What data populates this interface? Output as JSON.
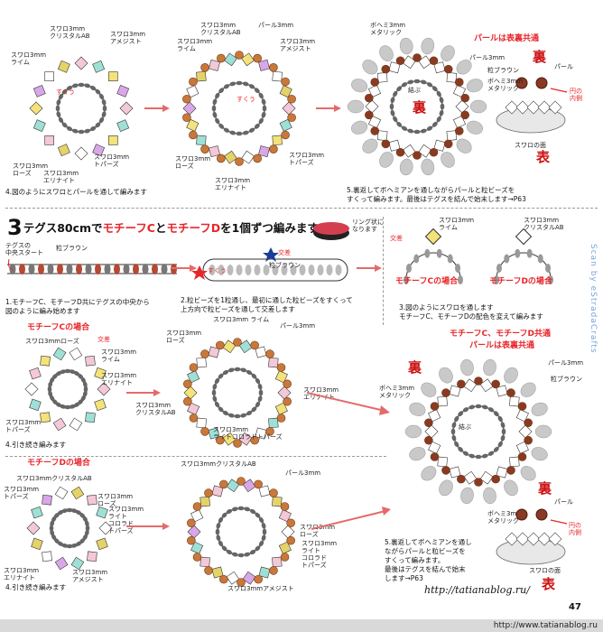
{
  "labels": {
    "tl_crystal": "スワロ3mm\nクリスタルAB",
    "tl_amethyst": "スワロ3mm\nアメジスト",
    "tl_lime": "スワロ3mm\nライム",
    "tl_rose": "スワロ3mm\nローズ",
    "tl_erinite": "スワロ3mm\nエリナイト",
    "tl_topaz": "スワロ3mm\nトパーズ",
    "tm_lime": "スワロ3mm\nライム",
    "tm_crystal": "スワロ3mm\nクリスタルAB",
    "tm_pearl": "パール3mm",
    "tm_amethyst": "スワロ3mm\nアメジスト",
    "tm_rose": "スワロ3mm\nローズ",
    "tm_topaz": "スワロ3mm\nトパーズ",
    "tm_erinite": "スワロ3mm\nエリナイト",
    "tr_bohemian": "ボヘミ3mm\nメタリック",
    "tr_header": "パールは表裏共通",
    "tr_ura": "裏",
    "tr_pearl": "パール3mm",
    "tr_brown": "粒ブラウン",
    "tr_bohemian2": "ボヘミ3mm\nメタリック",
    "tr_pearl2": "パール",
    "tr_inside": "円の\n内側",
    "tr_surface": "スワロの面",
    "tr_omote": "表",
    "tr_musubu": "結ぶ",
    "tr_ura_center": "裏",
    "sukuu": "すくう",
    "sukuu2": "すくう",
    "sukuu3": "すくう"
  },
  "step4": "4.図のようにスワロとパールを通して編みます",
  "step5_top": "5.裏返してボヘミアンを通しながらパールと粒ビーズを\nすくって編みます。最後はテグスを結んで始末します→P63",
  "section3": {
    "num": "3",
    "text_a": "テグス80cmで",
    "text_b": "モチーフC",
    "text_c": "と",
    "text_d": "モチーフD",
    "text_e": "を1個ずつ編みます"
  },
  "mid": {
    "tegus_start": "テグスの\n中央スタート",
    "brown": "粒ブラウン",
    "ring": "リング状に\nなります",
    "kousa": "交差",
    "brown2": "粒ブラウン",
    "sukuu": "すくう",
    "note1": "1.モチーフC、モチーフD共にテグスの中央から\n図のように編み始めます",
    "note2": "2.粒ビーズを1粒通し、最初に通した粒ビーズをすくって\n上方向で粒ビーズを通して交差します",
    "c_lime": "スワロ3mm\nライム",
    "c_kousa": "交差",
    "c_crystal": "スワロ3mm\nクリスタルAB",
    "motifC": "モチーフCの場合",
    "motifD": "モチーフDの場合",
    "note3": "3.図のようにスワロを通します\nモチーフC、モチーフDの配色を変えて編みます"
  },
  "c": {
    "header": "モチーフCの場合",
    "rose": "スワロ3mmローズ",
    "kousa": "交差",
    "lime": "スワロ3mm\nライム",
    "erinite": "スワロ3mm\nエリナイト",
    "topaz": "スワロ3mm\nトパーズ",
    "step4": "4.引き続き編みます",
    "m_lime": "スワロ3mm ライム",
    "m_pearl": "パール3mm",
    "m_rose": "スワロ3mm\nローズ",
    "m_erinite": "スワロ3mm\nエリナイト",
    "m_crystal": "スワロ3mm\nクリスタルAB",
    "m_lighttopaz": "スワロ3mm\nライトコロラドトパーズ"
  },
  "d": {
    "header": "モチーフDの場合",
    "crystal": "スワロ3mmクリスタルAB",
    "topaz": "スワロ3mm\nトパーズ",
    "lighttopaz": "スワロ3mm\nライト\nコロラド\nトパーズ",
    "rose": "スワロ3mm\nローズ",
    "erinite": "スワロ3mm\nエリナイト",
    "amethyst": "スワロ3mm\nアメジスト",
    "step4": "4.引き続き編みます",
    "m_crystal": "スワロ3mmクリスタルAB",
    "m_pearl": "パール3mm",
    "m_rose": "スワロ3mm\nローズ",
    "m_lighttopaz": "スワロ3mm\nライト\nコロラド\nトパーズ",
    "m_amethyst": "スワロ3mmアメジスト"
  },
  "cd": {
    "header1": "モチーフC、モチーフD共通",
    "header2": "パールは表裏共通",
    "ura": "裏",
    "pearl": "パール3mm",
    "bohemian": "ボヘミ3mm\nメタリック",
    "brown": "粒ブラウン",
    "musubu": "結ぶ",
    "ura2": "裏",
    "pearl2": "パール",
    "bohemian2": "ボヘミ3mm\nメタリック",
    "inside": "円の\n内側",
    "surface": "スワロの面",
    "omote": "表",
    "step5": "5.裏返してボヘミアンを通し\nながらパールと粒ビーズを\nすくって編みます。\n最後はテグスを結んで始末\nします→P63"
  },
  "url": "http://tatianablog.ru/",
  "page_number": "47",
  "vertical_credit": "Scan by eStradaCrafts",
  "footer": "http://www.tatianablog.ru"
}
